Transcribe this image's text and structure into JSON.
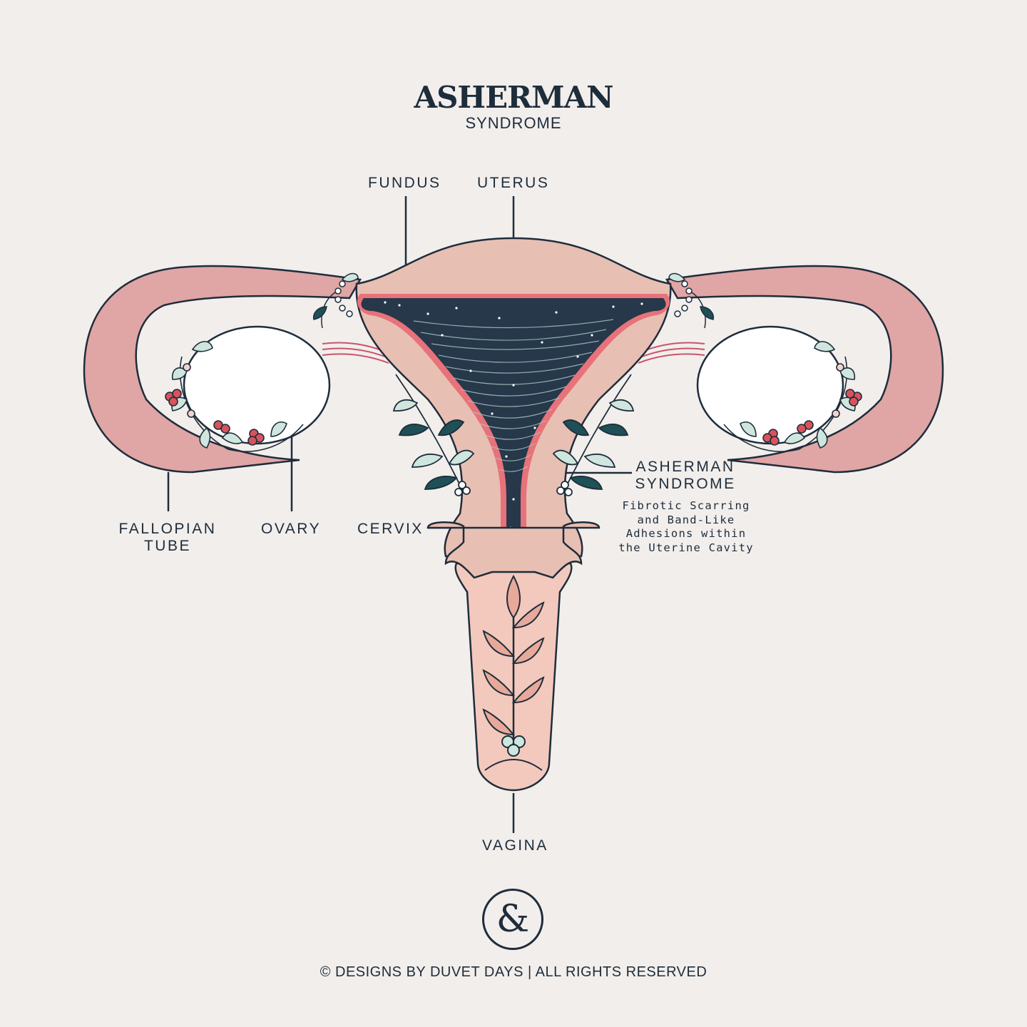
{
  "header": {
    "title": "ASHERMAN",
    "subtitle": "SYNDROME"
  },
  "labels": {
    "fundus": "FUNDUS",
    "uterus": "UTERUS",
    "fallopian_tube": [
      "FALLOPIAN",
      "TUBE"
    ],
    "ovary": "OVARY",
    "cervix": "CERVIX",
    "asherman": [
      "ASHERMAN",
      "SYNDROME"
    ],
    "asherman_description": [
      "Fibrotic Scarring",
      "and Band-Like",
      "Adhesions within",
      "the Uterine Cavity"
    ],
    "vagina": "VAGINA"
  },
  "logo": {
    "glyph": "&"
  },
  "footer": {
    "text": "© DESIGNS BY DUVET DAYS  |  ALL RIGHTS RESERVED"
  },
  "colors": {
    "background": "#f2eeec",
    "ink": "#1e2d3b",
    "tube": "#e0a5a5",
    "uterus": "#e8bfb3",
    "cavity": "#26384a",
    "lining": "#e8727a",
    "vagina": "#f3c9bd",
    "leaf_dark": "#1f4f57",
    "leaf_light": "#cfe6de",
    "berry": "#d9535c"
  }
}
